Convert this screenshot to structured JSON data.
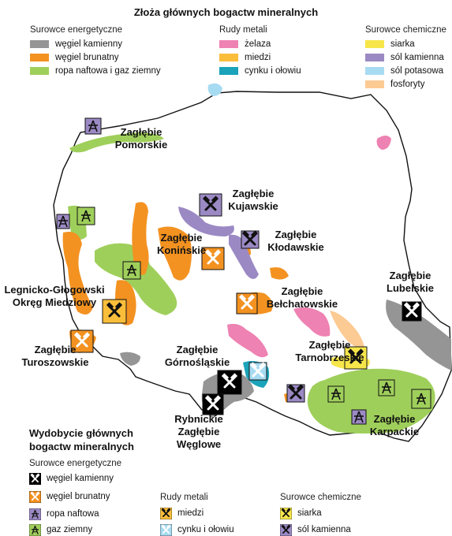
{
  "title": "Złoża głównych bogactw mineralnych",
  "legend": {
    "energy": {
      "heading": "Surowce energetyczne",
      "items": [
        {
          "label": "węgiel kamienny",
          "color": "#959595"
        },
        {
          "label": "węgiel brunatny",
          "color": "#f39221"
        },
        {
          "label": "ropa naftowa i gaz ziemny",
          "color": "#9fcf5b"
        }
      ]
    },
    "ores": {
      "heading": "Rudy metali",
      "items": [
        {
          "label": "żelaza",
          "color": "#ee82b2"
        },
        {
          "label": "miedzi",
          "color": "#fbbe3b"
        },
        {
          "label": "cynku i ołowiu",
          "color": "#1aa3b9"
        }
      ]
    },
    "chem": {
      "heading": "Surowce chemiczne",
      "items": [
        {
          "label": "siarka",
          "color": "#f7e64a"
        },
        {
          "label": "sól kamienna",
          "color": "#9b89c4"
        },
        {
          "label": "sól potasowa",
          "color": "#a7dbf2"
        },
        {
          "label": "fosforyty",
          "color": "#fcca93"
        }
      ]
    }
  },
  "basins": [
    {
      "lines": [
        "Zagłębie",
        "Pomorskie"
      ]
    },
    {
      "lines": [
        "Zagłębie",
        "Kujawskie"
      ]
    },
    {
      "lines": [
        "Zagłębie",
        "Konińskie"
      ]
    },
    {
      "lines": [
        "Zagłębie",
        "Kłodawskie"
      ]
    },
    {
      "lines": [
        "Legnicko-Głogowski",
        "Okręg Miedziowy"
      ]
    },
    {
      "lines": [
        "Zagłębie",
        "Bełchatowskie"
      ]
    },
    {
      "lines": [
        "Zagłębie",
        "Lubelskie"
      ]
    },
    {
      "lines": [
        "Zagłębie",
        "Turoszowskie"
      ]
    },
    {
      "lines": [
        "Zagłębie",
        "Górnośląskie"
      ]
    },
    {
      "lines": [
        "Zagłębie",
        "Tarnobrzeskie"
      ]
    },
    {
      "lines": [
        "Rybnickie",
        "Zagłębie",
        "Węglowe"
      ]
    },
    {
      "lines": [
        "Zagłębie",
        "Karpackie"
      ]
    }
  ],
  "mining": {
    "title_lines": [
      "Wydobycie głównych",
      "bogactw mineralnych"
    ],
    "energy": {
      "heading": "Surowce energetyczne",
      "items": [
        {
          "label": "węgiel kamienny",
          "icon": "hammers-icon-coal",
          "bg": "#000000",
          "fg": "#ffffff"
        },
        {
          "label": "węgiel brunatny",
          "icon": "hammers-icon-lignite",
          "bg": "#f39221",
          "fg": "#ffffff"
        },
        {
          "label": "ropa naftowa",
          "icon": "oil-derrick-icon",
          "bg": "#9b89c4",
          "fg": "#000000"
        },
        {
          "label": "gaz ziemny",
          "icon": "gas-derrick-icon",
          "bg": "#9fcf5b",
          "fg": "#000000"
        }
      ]
    },
    "ores": {
      "heading": "Rudy metali",
      "items": [
        {
          "label": "miedzi",
          "icon": "hammers-icon-copper",
          "bg": "#fbbe3b",
          "fg": "#000000"
        },
        {
          "label": "cynku i ołowiu",
          "icon": "hammers-icon-zinc",
          "bg": "#a7dbf2",
          "fg": "#ffffff"
        }
      ]
    },
    "chem": {
      "heading": "Surowce chemiczne",
      "items": [
        {
          "label": "siarka",
          "icon": "hammers-icon-sulphur",
          "bg": "#f7e64a",
          "fg": "#000000"
        },
        {
          "label": "sól kamienna",
          "icon": "hammers-icon-salt",
          "bg": "#9b89c4",
          "fg": "#000000"
        }
      ]
    }
  }
}
